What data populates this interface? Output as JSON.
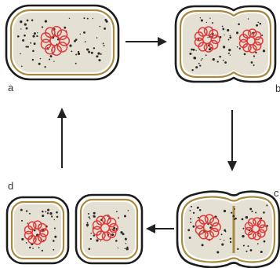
{
  "labels": {
    "a": "a",
    "b": "b",
    "c": "c",
    "d": "d"
  },
  "colors": {
    "background": "#ffffff",
    "wall": "#1c1c1c",
    "wall_inner": "#a8893e",
    "cytoplasm": "#e4e1d4",
    "granule": "#2a2a2a",
    "nucleoid": "#e03a3a",
    "arrow": "#222222"
  }
}
